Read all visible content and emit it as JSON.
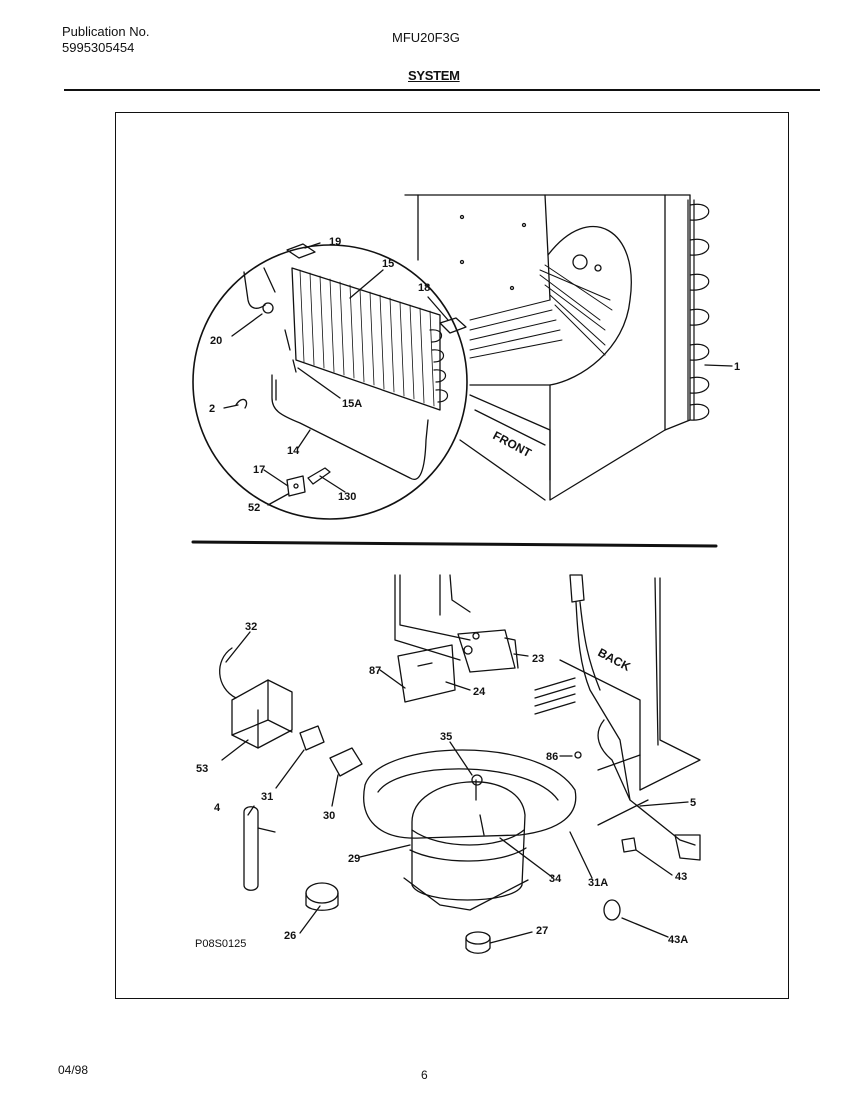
{
  "header": {
    "publication_label": "Publication No.",
    "publication_number": "5995305454",
    "model": "MFU20F3G",
    "section": "SYSTEM"
  },
  "diagram": {
    "upper_labels": {
      "p19": "19",
      "p15": "15",
      "p18": "18",
      "p20": "20",
      "p15a": "15A",
      "p2": "2",
      "p14": "14",
      "p17": "17",
      "p130": "130",
      "p52": "52",
      "p1": "1",
      "front": "FRONT"
    },
    "lower_labels": {
      "p32": "32",
      "p87": "87",
      "p24": "24",
      "p23": "23",
      "back": "BACK",
      "p53": "53",
      "p31": "31",
      "p30": "30",
      "p35": "35",
      "p86": "86",
      "p5": "5",
      "p4": "4",
      "p29": "29",
      "p34": "34",
      "p31a": "31A",
      "p43": "43",
      "p26": "26",
      "p27": "27",
      "p43a": "43A"
    },
    "drawing_code": "P08S0125"
  },
  "footer": {
    "date": "04/98",
    "page": "6"
  }
}
